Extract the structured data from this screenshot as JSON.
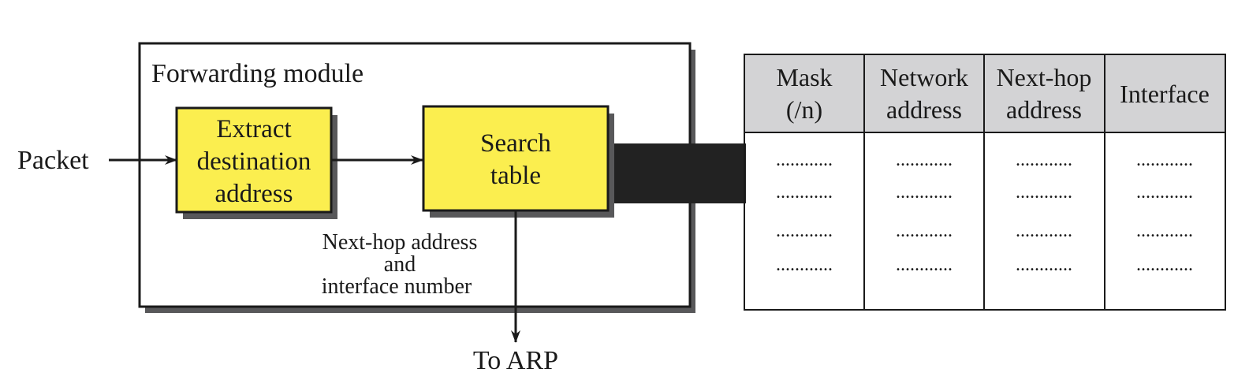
{
  "labels": {
    "input": "Packet",
    "module": "Forwarding module",
    "extract": [
      "Extract",
      "destination",
      "address"
    ],
    "search": [
      "Search",
      "table"
    ],
    "result": [
      "Next-hop address",
      "and",
      "interface number"
    ],
    "output": "To ARP"
  },
  "table": {
    "headers": [
      [
        "Mask",
        "(/n)"
      ],
      [
        "Network",
        "address"
      ],
      [
        "Next-hop",
        "address"
      ],
      [
        "Interface"
      ]
    ],
    "rows": [
      [
        "............",
        "............",
        "............",
        "............"
      ],
      [
        "............",
        "............",
        "............",
        "............"
      ],
      [
        "............",
        "............",
        "............",
        "............"
      ],
      [
        "............",
        "............",
        "............",
        "............"
      ]
    ]
  },
  "colors": {
    "box_fill": "#fbee4f",
    "header_fill": "#d3d3d5",
    "shadow": "#58585a",
    "ink": "#1a1a1a"
  }
}
